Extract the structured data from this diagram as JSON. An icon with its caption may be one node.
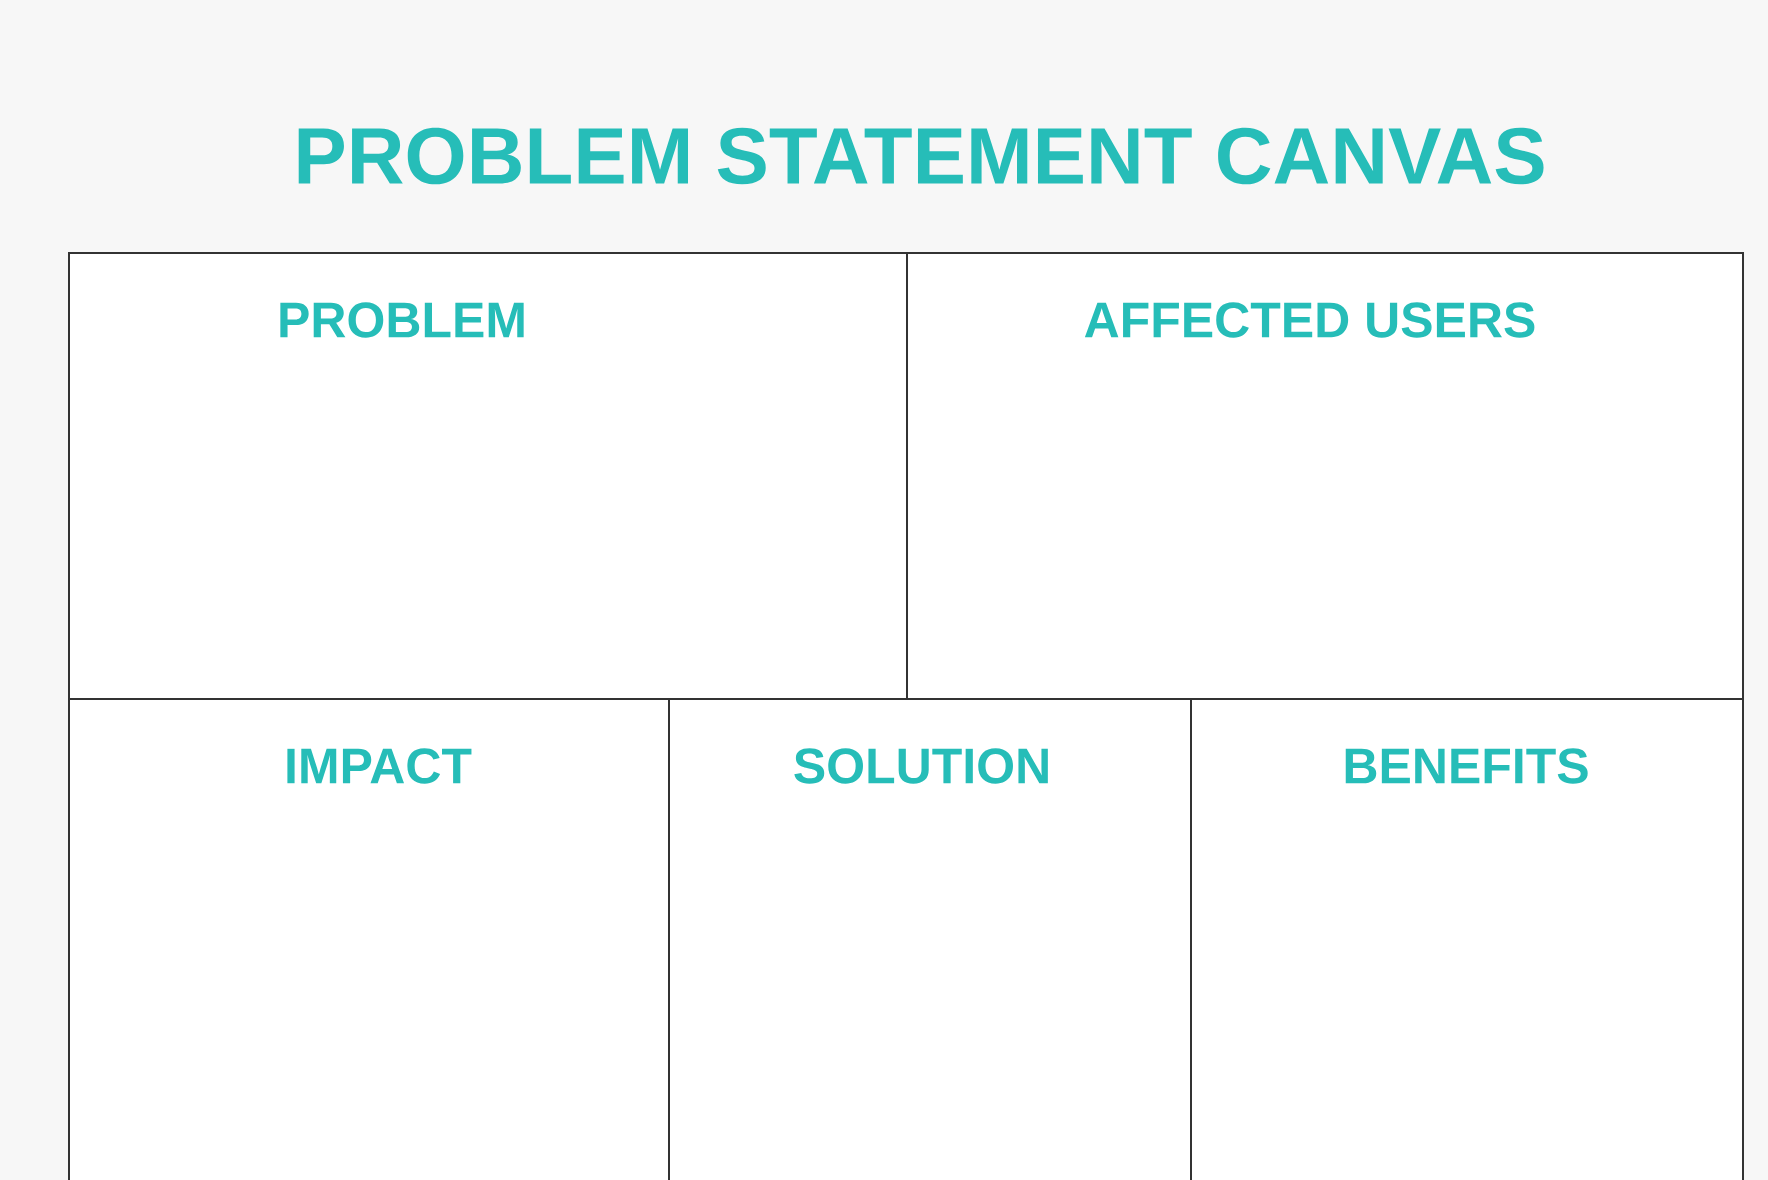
{
  "diagram": {
    "title": "PROBLEM STATEMENT CANVAS",
    "nodes": [
      {
        "text": [
          "PROBLEM"
        ]
      },
      {
        "text": [
          "AFFECTED USERS"
        ]
      },
      {
        "text": [
          "IMPACT"
        ]
      },
      {
        "text": [
          "SOLUTION"
        ]
      },
      {
        "text": [
          "BENEFITS"
        ]
      }
    ]
  }
}
